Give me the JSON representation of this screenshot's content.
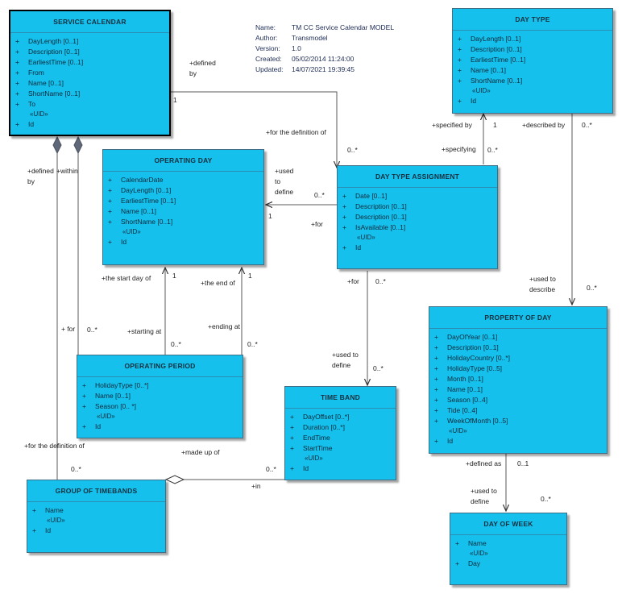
{
  "model_info": [
    {
      "key": "Name:",
      "value": "TM CC Service Calendar  MODEL"
    },
    {
      "key": "Author:",
      "value": "Transmodel"
    },
    {
      "key": "Version:",
      "value": "1.0"
    },
    {
      "key": "Created:",
      "value": "05/02/2014 11:24:00"
    },
    {
      "key": "Updated:",
      "value": "14/07/2021 19:39:45"
    }
  ],
  "classes": {
    "service_calendar": {
      "title": "SERVICE CALENDAR",
      "attributes": [
        "DayLength [0..1]",
        "Description [0..1]",
        "EarliestTime [0..1]",
        "From",
        "Name [0..1]",
        "ShortName [0..1]",
        "To"
      ],
      "stereotype": "«UID»",
      "id": "Id"
    },
    "day_type": {
      "title": "DAY TYPE",
      "attributes": [
        "DayLength [0..1]",
        "Description [0..1]",
        "EarliestTime [0..1]",
        "Name [0..1]",
        "ShortName [0..1]"
      ],
      "stereotype": "«UID»",
      "id": "Id"
    },
    "operating_day": {
      "title": "OPERATING DAY",
      "attributes": [
        "CalendarDate",
        "DayLength [0..1]",
        "EarliestTime [0..1]",
        "Name [0..1]",
        "ShortName [0..1]"
      ],
      "stereotype": "«UID»",
      "id": "Id"
    },
    "day_type_assignment": {
      "title": "DAY TYPE ASSIGNMENT",
      "attributes": [
        "Date [0..1]",
        "Description [0..1]",
        "Description [0..1]",
        "IsAvailable [0..1]"
      ],
      "stereotype": "«UID»",
      "id": "Id"
    },
    "property_of_day": {
      "title": "PROPERTY OF DAY",
      "attributes": [
        "DayOfYear [0..1]",
        "Description [0..1]",
        "HolidayCountry [0..*]",
        "HolidayType [0..5]",
        "Month [0..1]",
        "Name [0..1]",
        "Season [0..4]",
        "Tide [0..4]",
        "WeekOfMonth [0..5]"
      ],
      "stereotype": "«UID»",
      "id": "Id"
    },
    "operating_period": {
      "title": "OPERATING PERIOD",
      "attributes": [
        "HolidayType [0..*]",
        "Name [0..1]",
        "Season [0.. *]"
      ],
      "stereotype": "«UID»",
      "id": "Id"
    },
    "time_band": {
      "title": "TIME BAND",
      "attributes": [
        "DayOffset [0..*]",
        "Duration [0..*]",
        "EndTime",
        "StartTime"
      ],
      "stereotype": "«UID»",
      "id": "Id"
    },
    "group_of_timebands": {
      "title": "GROUP OF TIMEBANDS",
      "attributes": [
        "Name"
      ],
      "stereotype": "«UID»",
      "id": "Id"
    },
    "day_of_week": {
      "title": "DAY OF WEEK",
      "attributes": [
        "Name"
      ],
      "stereotype": "«UID»",
      "id": "Day"
    }
  },
  "attr_visibility": "+",
  "labels": {
    "defined_by_1": "+defined",
    "defined_by_2": "by",
    "sc_mult_1": "1",
    "for_def_of": "+for the definition of",
    "dta_mult_top": "0..*",
    "specified_by": "+specified by",
    "dt_mult_1": "1",
    "specifying": "+specifying",
    "dta_mult_spec": "0..*",
    "described_by": "+described by",
    "dt_mult_desc": "0..*",
    "used_to_define_1": "+used",
    "used_to_define_2": "to",
    "used_to_define_3": "define",
    "dta_mult_od": "0..*",
    "od_mult_1": "1",
    "for_od": "+for",
    "defined_by_left_1": "+defined",
    "defined_by_left_2": "by",
    "within": "+within",
    "start_day_of": "+the start day of",
    "start_mult_1": "1",
    "end_of": "+the end of",
    "end_mult_1": "1",
    "starting_at": "+starting at",
    "starting_mult": "0..*",
    "ending_at": "+ending at",
    "ending_mult": "0..*",
    "for_op": "+ for",
    "op_mult": "0..*",
    "for_dta_down": "+for",
    "dta_mult_down": "0..*",
    "used_to_define_tb_1": "+used to",
    "used_to_define_tb_2": "define",
    "tb_mult": "0..*",
    "used_to_describe_1": "+used to",
    "used_to_describe_2": "describe",
    "pod_mult": "0..*",
    "for_def_of_left": "+for the definition of",
    "gtb_mult_left": "0..*",
    "made_up_of": "+made up of",
    "tb_mult_left": "0..*",
    "in_lbl": "+in",
    "defined_as": "+defined as",
    "defined_as_mult": "0..1",
    "used_to_define_dow_1": "+used to",
    "used_to_define_dow_2": "define",
    "dow_mult": "0..*"
  },
  "colors": {
    "class_fill": "#15c0ed",
    "class_border": "#3f6f86",
    "line": "#4a4a4a",
    "diamond": "#5f6878"
  }
}
